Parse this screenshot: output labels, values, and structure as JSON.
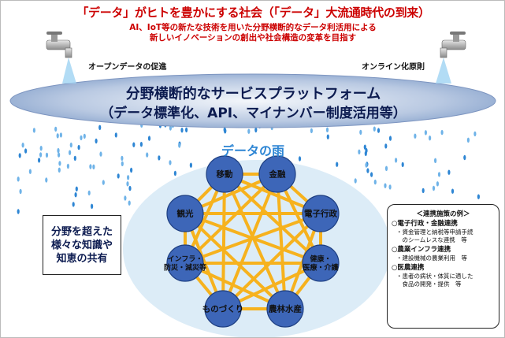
{
  "title": "「データ」がヒトを豊かにする社会（「データ」大流通時代の到来）",
  "subtitle_lines": [
    "AI、IoT等の新たな技術を用いた分野横断的なデータ利活用による",
    "新しいイノベーションの創出や社会構造の変革を目指す"
  ],
  "taps": {
    "left_label": "オープンデータの促進",
    "right_label": "オンライン化原則"
  },
  "platform": {
    "line1": "分野横断的なサービスプラットフォーム",
    "line2": "（データ標準化、API、マイナンバー制度活用等）"
  },
  "rain_label": "データの雨",
  "nodes": [
    "移動",
    "金融",
    "電子行政",
    "健康・\n医療・介護",
    "農林水産",
    "ものづくり",
    "インフラ・\n防災・減災等",
    "観光"
  ],
  "knowledge_text": "分野を超えた\n様々な知識や\n知恵の共有",
  "examples": {
    "title": "＜連携施策の例＞",
    "items": [
      {
        "head": "○電子行政・金融連携",
        "lines": [
          "・資金管理と納税等申請手続",
          "　のシームレスな連携　等"
        ]
      },
      {
        "head": "○農業インフラ連携",
        "lines": [
          "・建設機械の農業利用　等"
        ]
      },
      {
        "head": "○医農連携",
        "lines": [
          "・患者の病状・体質に適した",
          "　食品の開発・提供　等"
        ]
      }
    ]
  },
  "colors": {
    "title_red": "#cc0000",
    "platform_blue": "#0c1b50",
    "node_fill": "#3d66b8",
    "network_orange": "#f6b21e",
    "ellipse_fill": "#dcecf7",
    "rain_blue": "#2e86d4"
  },
  "icons": [
    "faucet-icon-left",
    "faucet-icon-right",
    "water-drop-icon"
  ]
}
